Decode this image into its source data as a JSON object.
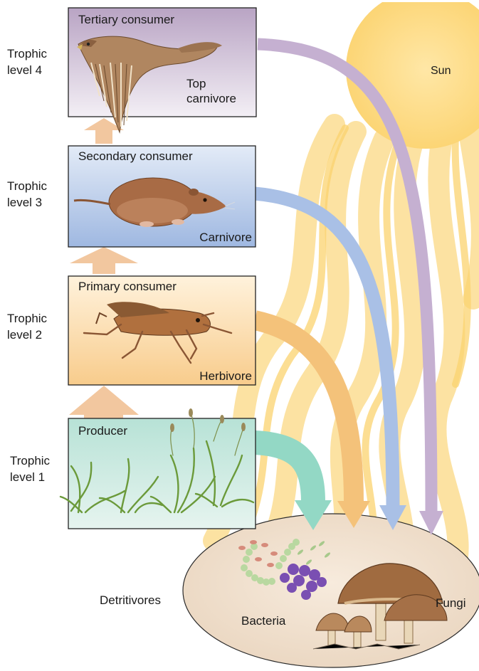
{
  "levels": [
    {
      "level_label_1": "Trophic",
      "level_label_2": "level 4",
      "box_title": "Tertiary consumer",
      "role_1": "Top",
      "role_2": "carnivore",
      "icon": "hawk-icon"
    },
    {
      "level_label_1": "Trophic",
      "level_label_2": "level 3",
      "box_title": "Secondary consumer",
      "role_1": "Carnivore",
      "icon": "shrew-icon"
    },
    {
      "level_label_1": "Trophic",
      "level_label_2": "level 2",
      "box_title": "Primary consumer",
      "role_1": "Herbivore",
      "icon": "grasshopper-icon"
    },
    {
      "level_label_1": "Trophic",
      "level_label_2": "level 1",
      "box_title": "Producer",
      "icon": "grass-icon"
    }
  ],
  "sun": {
    "label": "Sun",
    "color": "#fcd770"
  },
  "decomposers": {
    "label_detritivores": "Detritivores",
    "label_bacteria": "Bacteria",
    "label_fungi": "Fungi"
  },
  "colors": {
    "level4_box": "#ddd3e3",
    "level3_box": "#c8d7ee",
    "level2_box": "#fde3bb",
    "level1_box": "#cfeae0",
    "level4_arrow": "#c5b0d1",
    "level3_arrow": "#a9c0e6",
    "level2_arrow": "#f4c27a",
    "level1_arrow": "#93d8c5",
    "upward_arrow": "#f2c79f"
  }
}
